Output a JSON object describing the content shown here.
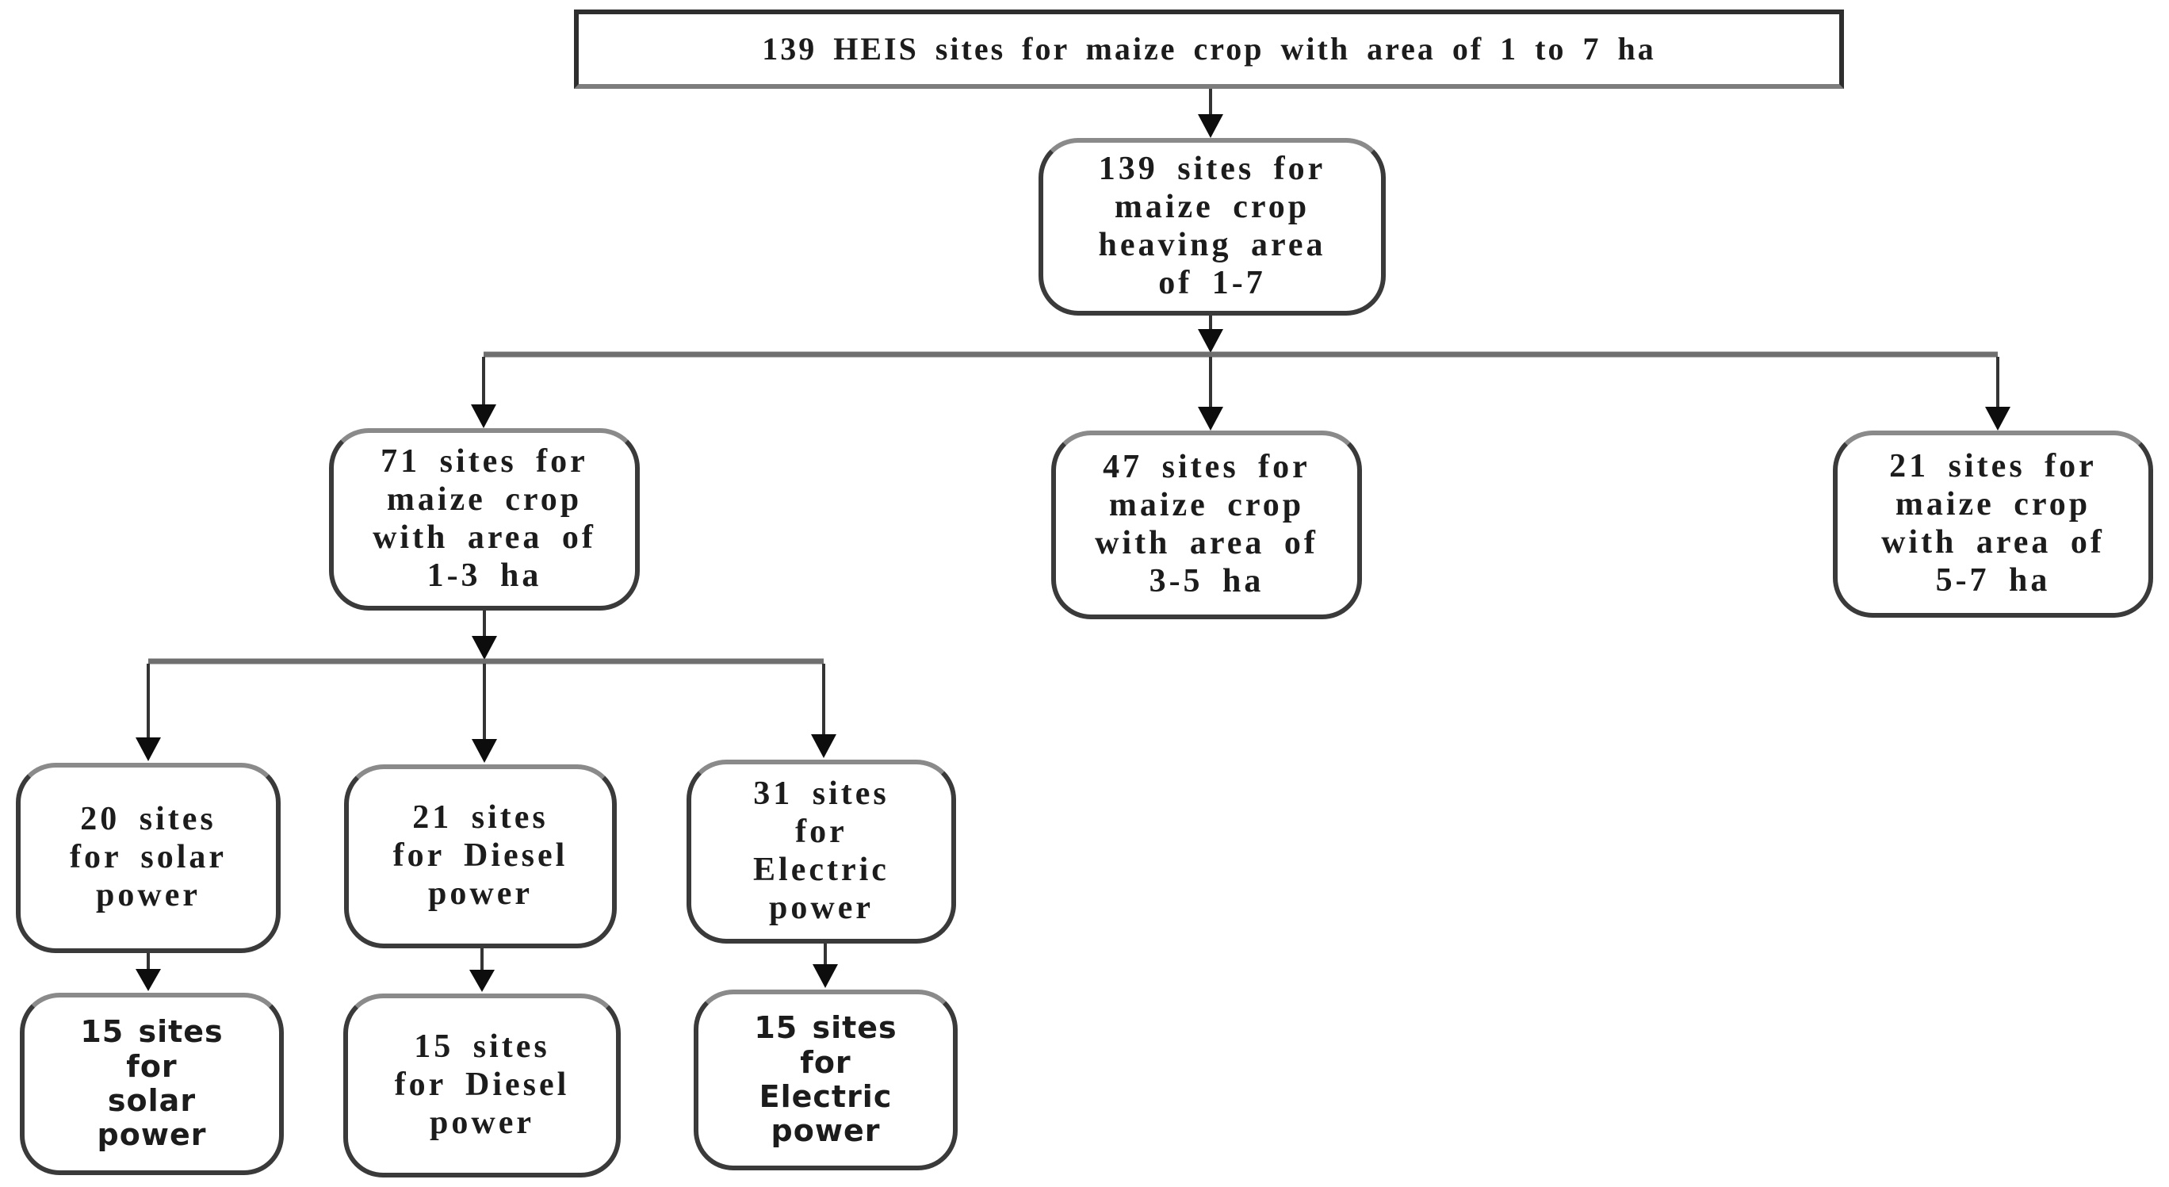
{
  "diagram": {
    "title": "HEIS sites for maize crop flowchart",
    "nodes": {
      "root": {
        "label": "139 HEIS sites for maize crop with area of 1 to 7 ha"
      },
      "total": {
        "label": "139 sites for\nmaize crop\nheaving area\nof 1-7"
      },
      "area_1_3": {
        "label": "71 sites for\nmaize crop\nwith area of\n1-3 ha"
      },
      "area_3_5": {
        "label": "47 sites for\nmaize crop\nwith area of\n3-5 ha"
      },
      "area_5_7": {
        "label": "21 sites for\nmaize crop\nwith area of\n5-7 ha"
      },
      "solar_20": {
        "label": "20 sites\nfor solar\npower"
      },
      "diesel_21": {
        "label": "21 sites\nfor Diesel\npower"
      },
      "electric_31": {
        "label": "31 sites\nfor\nElectric\npower"
      },
      "solar_15": {
        "label": "15 sites\nfor\nsolar\npower"
      },
      "diesel_15": {
        "label": "15 sites\nfor Diesel\npower"
      },
      "electric_15": {
        "label": "15 sites\nfor\nElectric\npower"
      }
    },
    "edges": [
      {
        "from": "root",
        "to": "total"
      },
      {
        "from": "total",
        "to": "area_1_3"
      },
      {
        "from": "total",
        "to": "area_3_5"
      },
      {
        "from": "total",
        "to": "area_5_7"
      },
      {
        "from": "area_1_3",
        "to": "solar_20"
      },
      {
        "from": "area_1_3",
        "to": "diesel_21"
      },
      {
        "from": "area_1_3",
        "to": "electric_31"
      },
      {
        "from": "solar_20",
        "to": "solar_15"
      },
      {
        "from": "diesel_21",
        "to": "diesel_15"
      },
      {
        "from": "electric_31",
        "to": "electric_15"
      }
    ]
  },
  "colors": {
    "background": "#ffffff",
    "text": "#1c1c1c",
    "box_border": "#3a3a3a",
    "box_border_top": "#8a8a8a",
    "connector": "#343434",
    "connector_light": "#6f6f6f",
    "arrow": "#0d0d0d"
  }
}
